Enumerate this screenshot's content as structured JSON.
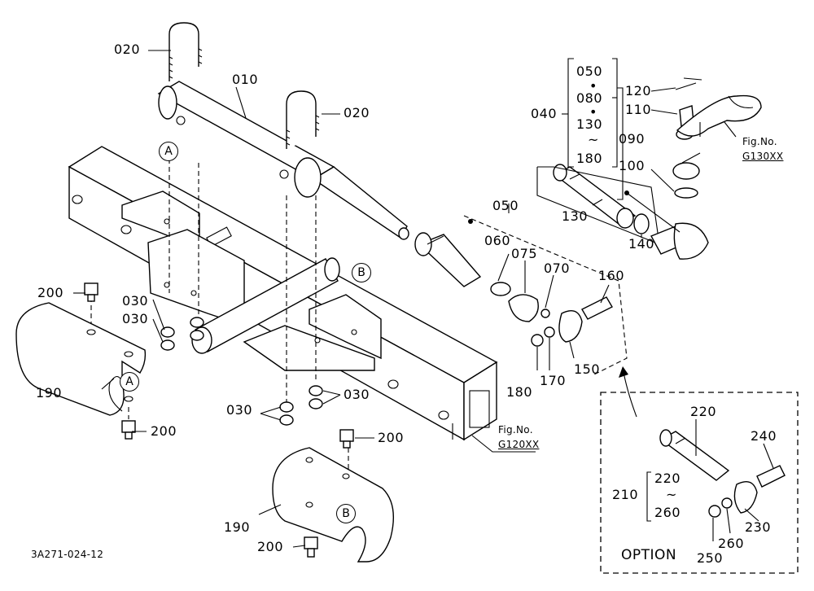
{
  "labels": {
    "p010": "010",
    "p020a": "020",
    "p020b": "020",
    "p030a": "030",
    "p030b": "030",
    "p030c": "030",
    "p030d": "030",
    "p040": "040",
    "p050a": "050",
    "p050b": "050",
    "p060": "060",
    "p070": "070",
    "p075": "075",
    "p080": "080",
    "p090": "090",
    "p100": "100",
    "p110": "110",
    "p120": "120",
    "p130a": "130",
    "p130b": "130",
    "p140": "140",
    "p150": "150",
    "p160": "160",
    "p170": "170",
    "p180a": "180",
    "p180b": "180",
    "p190a": "190",
    "p190b": "190",
    "p200a": "200",
    "p200b": "200",
    "p200c": "200",
    "p200d": "200",
    "p210": "210",
    "p220a": "220",
    "p220b": "220",
    "p230": "230",
    "p240": "240",
    "p250": "250",
    "p260a": "260",
    "p260b": "260",
    "dot1": "•",
    "dot2": "•",
    "tilde1": "~",
    "tilde2": "~"
  },
  "references": {
    "a_upper": "A",
    "a_lower": "A",
    "b_upper": "B",
    "b_lower": "B"
  },
  "figure_refs": {
    "fig130_title": "Fig.No.",
    "fig130_code": "G130XX",
    "fig120_title": "Fig.No.",
    "fig120_code": "G120XX"
  },
  "option_box": {
    "title": "OPTION"
  },
  "drawing_code": "3A271-024-12"
}
